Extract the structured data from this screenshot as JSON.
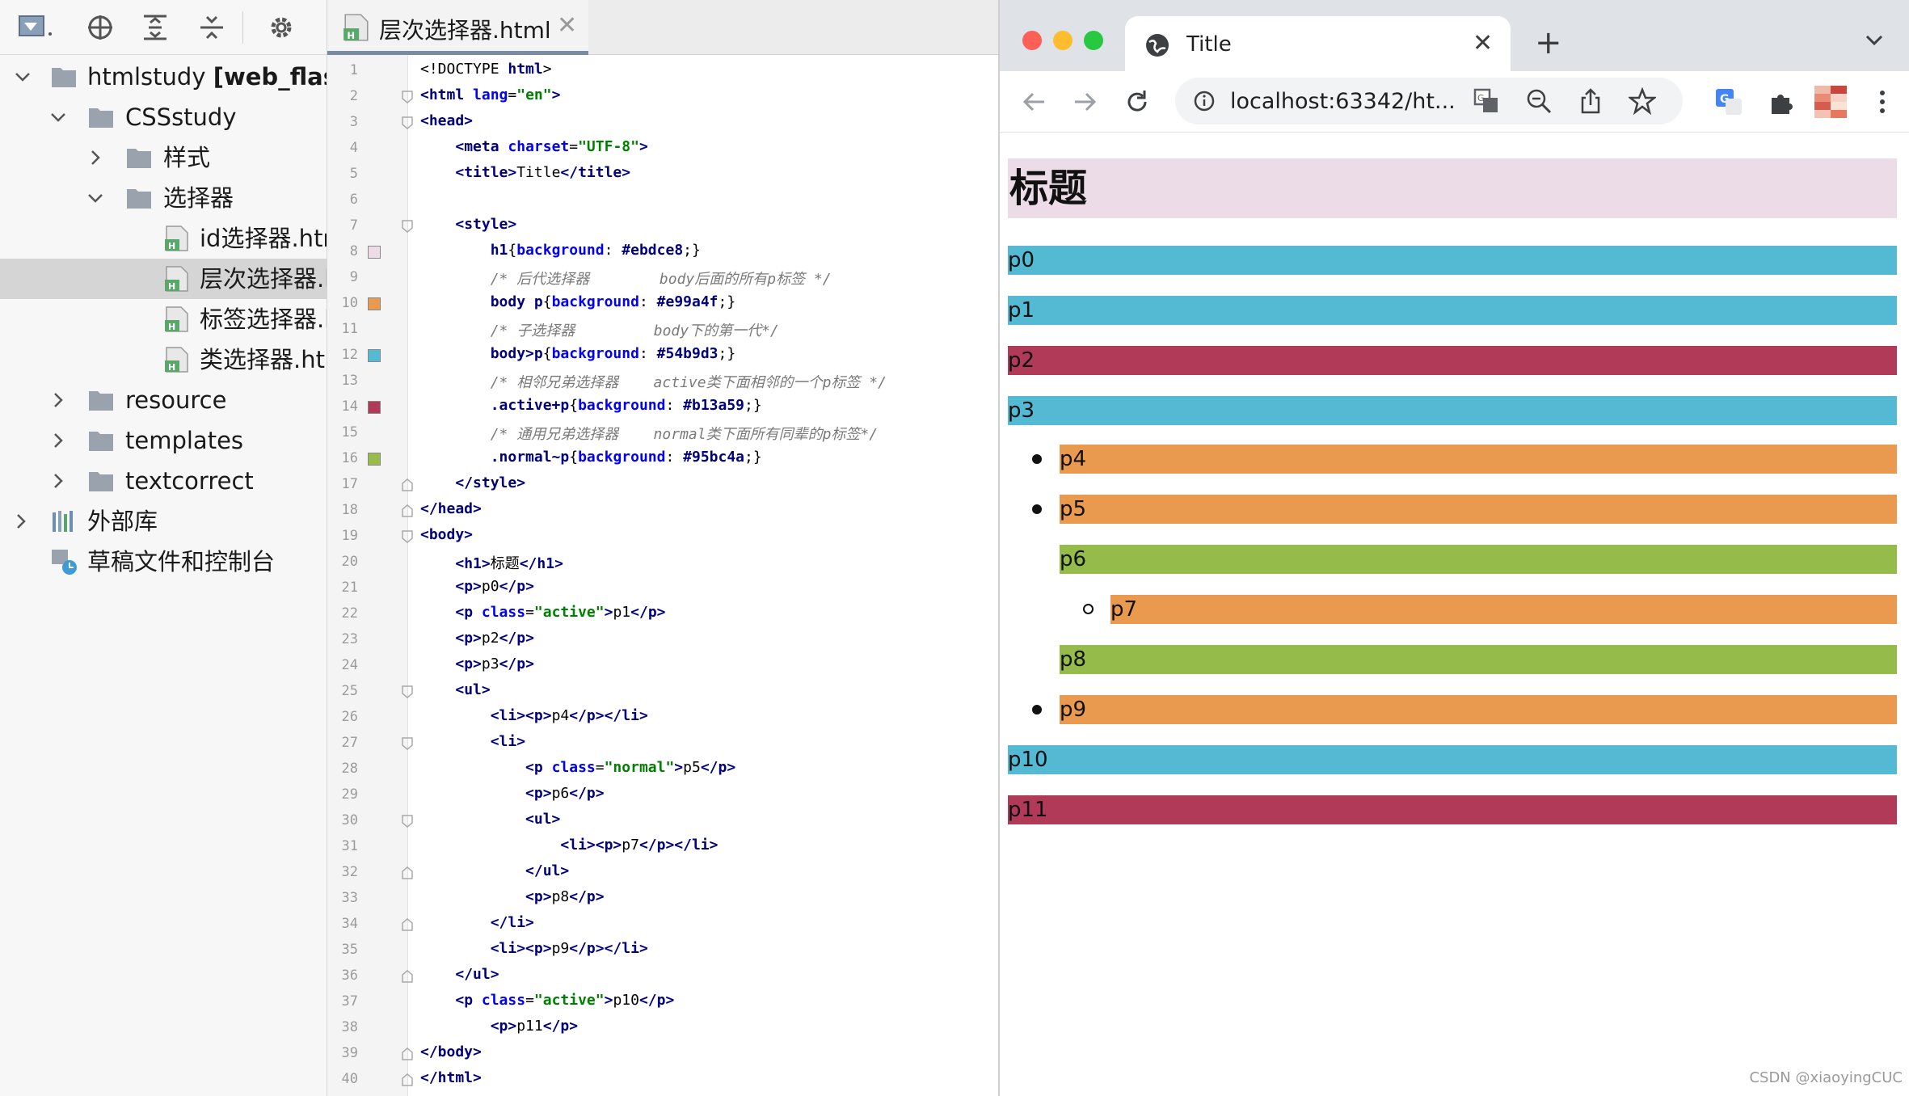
{
  "project_tree": {
    "items": [
      {
        "label": "htmlstudy",
        "extra": "[web_flask"
      },
      {
        "label": "CSSstudy"
      },
      {
        "label": "样式"
      },
      {
        "label": "选择器"
      },
      {
        "label": "id选择器.htr"
      },
      {
        "label": "层次选择器.h"
      },
      {
        "label": "标签选择器.h"
      },
      {
        "label": "类选择器.htr"
      },
      {
        "label": "resource"
      },
      {
        "label": "templates"
      },
      {
        "label": "textcorrect"
      },
      {
        "label": "外部库"
      },
      {
        "label": "草稿文件和控制台"
      }
    ]
  },
  "editor": {
    "tab_label": "层次选择器.html",
    "line_numbers": [
      "1",
      "2",
      "3",
      "4",
      "5",
      "6",
      "7",
      "8",
      "9",
      "10",
      "11",
      "12",
      "13",
      "14",
      "15",
      "16",
      "17",
      "18",
      "19",
      "20",
      "21",
      "22",
      "23",
      "24",
      "25",
      "26",
      "27",
      "28",
      "29",
      "30",
      "31",
      "32",
      "33",
      "34",
      "35",
      "36",
      "37",
      "38",
      "39",
      "40"
    ],
    "code": {
      "l1_a": "<!DOCTYPE ",
      "l1_b": "html",
      "l1_c": ">",
      "l2_a": "<html ",
      "l2_b": "lang",
      "l2_c": "=",
      "l2_d": "\"en\"",
      "l2_e": ">",
      "l3": "<head>",
      "l4_a": "<meta ",
      "l4_b": "charset",
      "l4_c": "=",
      "l4_d": "\"UTF-8\"",
      "l4_e": ">",
      "l5_a": "<title>",
      "l5_b": "Title",
      "l5_c": "</title>",
      "l7": "<style>",
      "l8_a": "h1",
      "l8_b": "{",
      "l8_c": "background",
      "l8_d": ": ",
      "l8_e": "#ebdce8",
      "l8_f": ";}",
      "l9": "/* 后代选择器        body后面的所有p标签 */",
      "l10_a": "body p",
      "l10_b": "{",
      "l10_c": "background",
      "l10_d": ": ",
      "l10_e": "#e99a4f",
      "l10_f": ";}",
      "l11": "/* 子选择器         body下的第一代*/",
      "l12_a": "body>p",
      "l12_b": "{",
      "l12_c": "background",
      "l12_d": ": ",
      "l12_e": "#54b9d3",
      "l12_f": ";}",
      "l13": "/* 相邻兄弟选择器    active类下面相邻的一个p标签 */",
      "l14_a": ".active+p",
      "l14_b": "{",
      "l14_c": "background",
      "l14_d": ": ",
      "l14_e": "#b13a59",
      "l14_f": ";}",
      "l15": "/* 通用兄弟选择器    normal类下面所有同辈的p标签*/",
      "l16_a": ".normal~p",
      "l16_b": "{",
      "l16_c": "background",
      "l16_d": ": ",
      "l16_e": "#95bc4a",
      "l16_f": ";}",
      "l17": "</style>",
      "l18": "</head>",
      "l19": "<body>",
      "l20_a": "<h1>",
      "l20_b": "标题",
      "l20_c": "</h1>",
      "l21_a": "<p>",
      "l21_b": "p0",
      "l21_c": "</p>",
      "l22_a": "<p ",
      "l22_b": "class",
      "l22_c": "=",
      "l22_d": "\"active\"",
      "l22_e": ">",
      "l22_f": "p1",
      "l22_g": "</p>",
      "l23_a": "<p>",
      "l23_b": "p2",
      "l23_c": "</p>",
      "l24_a": "<p>",
      "l24_b": "p3",
      "l24_c": "</p>",
      "l25": "<ul>",
      "l26_a": "<li><p>",
      "l26_b": "p4",
      "l26_c": "</p></li>",
      "l27": "<li>",
      "l28_a": "<p ",
      "l28_b": "class",
      "l28_c": "=",
      "l28_d": "\"normal\"",
      "l28_e": ">",
      "l28_f": "p5",
      "l28_g": "</p>",
      "l29_a": "<p>",
      "l29_b": "p6",
      "l29_c": "</p>",
      "l30": "<ul>",
      "l31_a": "<li><p>",
      "l31_b": "p7",
      "l31_c": "</p></li>",
      "l32": "</ul>",
      "l33_a": "<p>",
      "l33_b": "p8",
      "l33_c": "</p>",
      "l34": "</li>",
      "l35_a": "<li><p>",
      "l35_b": "p9",
      "l35_c": "</p></li>",
      "l36": "</ul>",
      "l37_a": "<p ",
      "l37_b": "class",
      "l37_c": "=",
      "l37_d": "\"active\"",
      "l37_e": ">",
      "l37_f": "p10",
      "l37_g": "</p>",
      "l38_a": "<p>",
      "l38_b": "p11",
      "l38_c": "</p>",
      "l39": "</body>",
      "l40": "</html>"
    }
  },
  "browser": {
    "tab_title": "Title",
    "url": "localhost:63342/ht...",
    "page": {
      "h1": "标题",
      "paragraphs": [
        "p0",
        "p1",
        "p2",
        "p3",
        "p4",
        "p5",
        "p6",
        "p7",
        "p8",
        "p9",
        "p10",
        "p11"
      ]
    }
  },
  "colors": {
    "h1": "#ebdce8",
    "descendant": "#e99a4f",
    "child": "#54b9d3",
    "adjacent": "#b13a59",
    "general": "#95bc4a"
  },
  "watermark": "CSDN @xiaoyingCUC"
}
